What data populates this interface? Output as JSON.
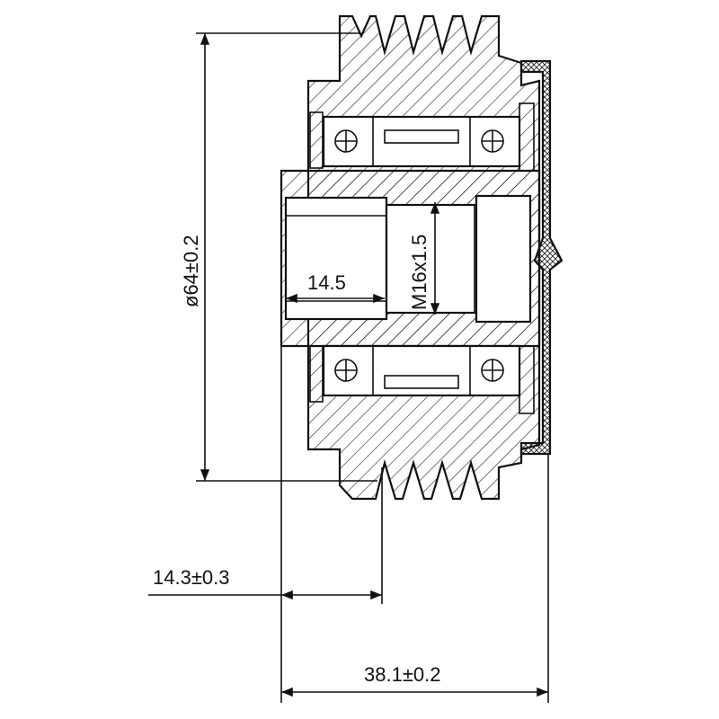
{
  "drawing": {
    "title": "Alternator overrunning pulley cross-section",
    "dimensions": {
      "outer_diameter": "ø64±0.2",
      "bore_depth": "14.5",
      "thread": "M16x1.5",
      "groove_offset": "14.3±0.3",
      "overall_length": "38.1±0.2"
    },
    "colors": {
      "line": "#111111",
      "background": "#ffffff"
    }
  }
}
